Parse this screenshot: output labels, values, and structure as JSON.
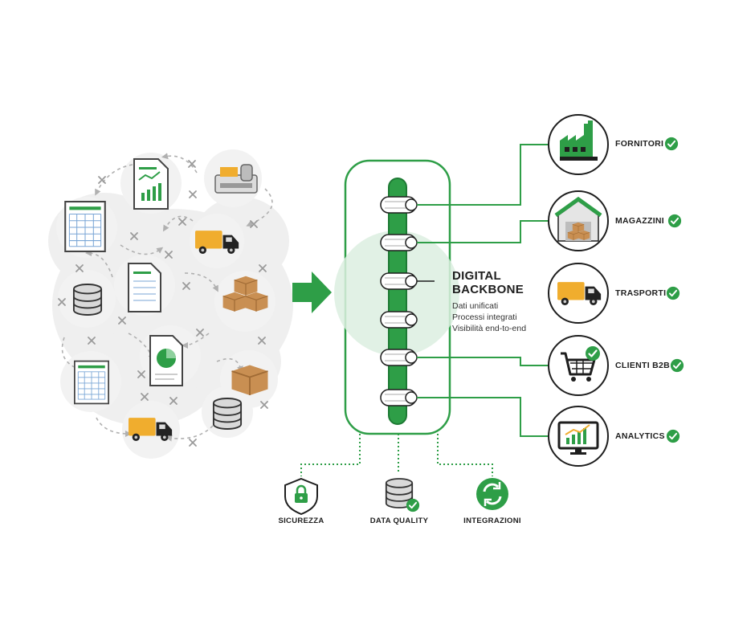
{
  "colors": {
    "accent": "#2e9e47",
    "accent_dark": "#1e7a34",
    "light_green": "#dcefe0",
    "orange": "#f0ad2e",
    "box": "#c98f52",
    "dark": "#333333",
    "grey_blob": "#efefef"
  },
  "backbone": {
    "title_line1": "DIGITAL",
    "title_line2": "BACKBONE",
    "lines": [
      "Dati unificati",
      "Processi integrati",
      "Visibilità end-to-end"
    ]
  },
  "targets": [
    {
      "label": "FORNITORI",
      "icon": "factory-icon"
    },
    {
      "label": "MAGAZZINI",
      "icon": "warehouse-icon"
    },
    {
      "label": "TRASPORTI",
      "icon": "truck-icon"
    },
    {
      "label": "CLIENTI B2B",
      "icon": "shopping-cart-icon"
    },
    {
      "label": "ANALYTICS",
      "icon": "analytics-monitor-icon"
    }
  ],
  "foundations": [
    {
      "label": "SICUREZZA",
      "icon": "shield-lock-icon"
    },
    {
      "label": "DATA QUALITY",
      "icon": "database-check-icon"
    },
    {
      "label": "INTEGRAZIONI",
      "icon": "sync-arrows-icon"
    }
  ],
  "chaos_icons": [
    "spreadsheet-icon",
    "report-document-icon",
    "machine-icon",
    "truck-icon",
    "database-icon",
    "document-icon",
    "boxes-icon",
    "pie-chart-document-icon",
    "spreadsheet-icon",
    "box-icon",
    "database-icon",
    "truck-icon"
  ]
}
